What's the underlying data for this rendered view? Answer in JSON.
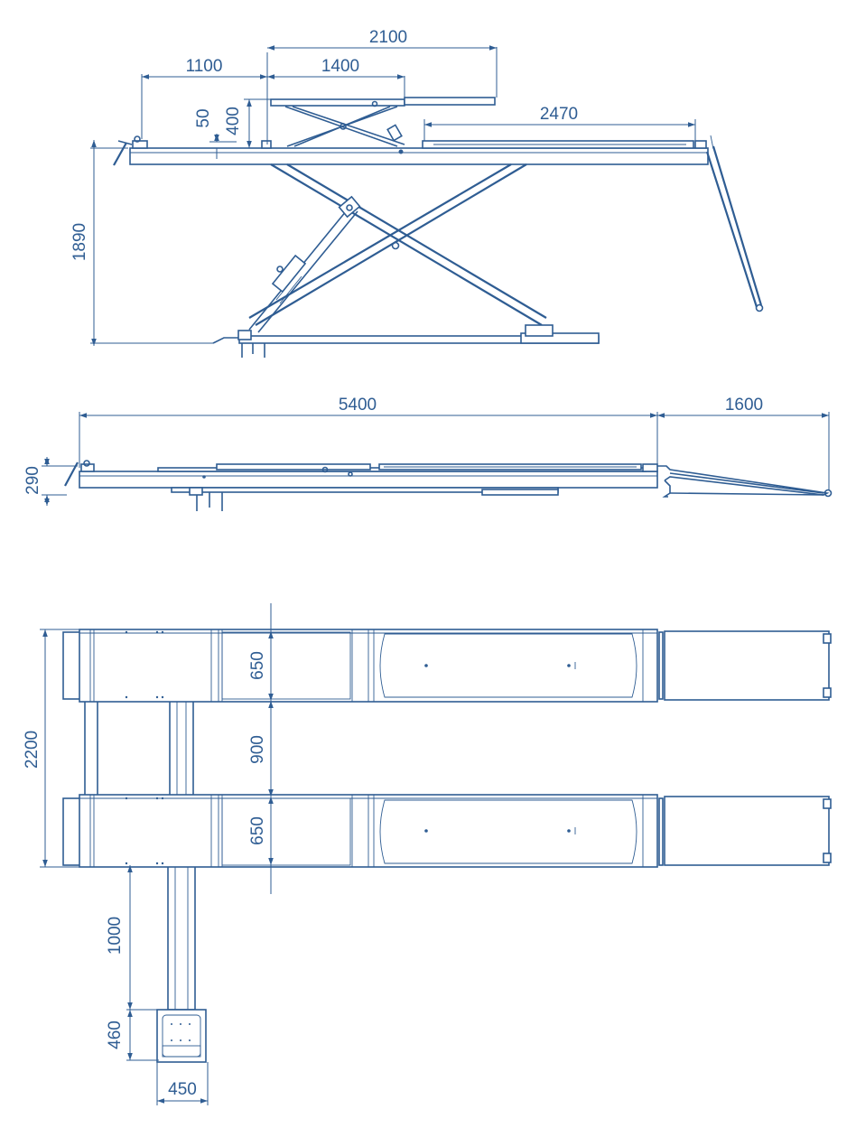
{
  "colors": {
    "line": "#2f5d93",
    "background": "#ffffff"
  },
  "side_view": {
    "dimensions": {
      "top_width": "2100",
      "front_offset": "1100",
      "platform_length": "1400",
      "platform_height": "400",
      "plate_thickness": "50",
      "extension_length": "2470",
      "max_height": "1890"
    }
  },
  "low_view": {
    "dimensions": {
      "total_length": "5400",
      "ramp_length": "1600",
      "min_height": "290"
    }
  },
  "top_view": {
    "dimensions": {
      "track_width_top": "650",
      "gap_width": "900",
      "track_width_bottom": "650",
      "overall_width": "2200",
      "console_distance": "1000",
      "console_depth": "460",
      "console_width": "450"
    }
  }
}
